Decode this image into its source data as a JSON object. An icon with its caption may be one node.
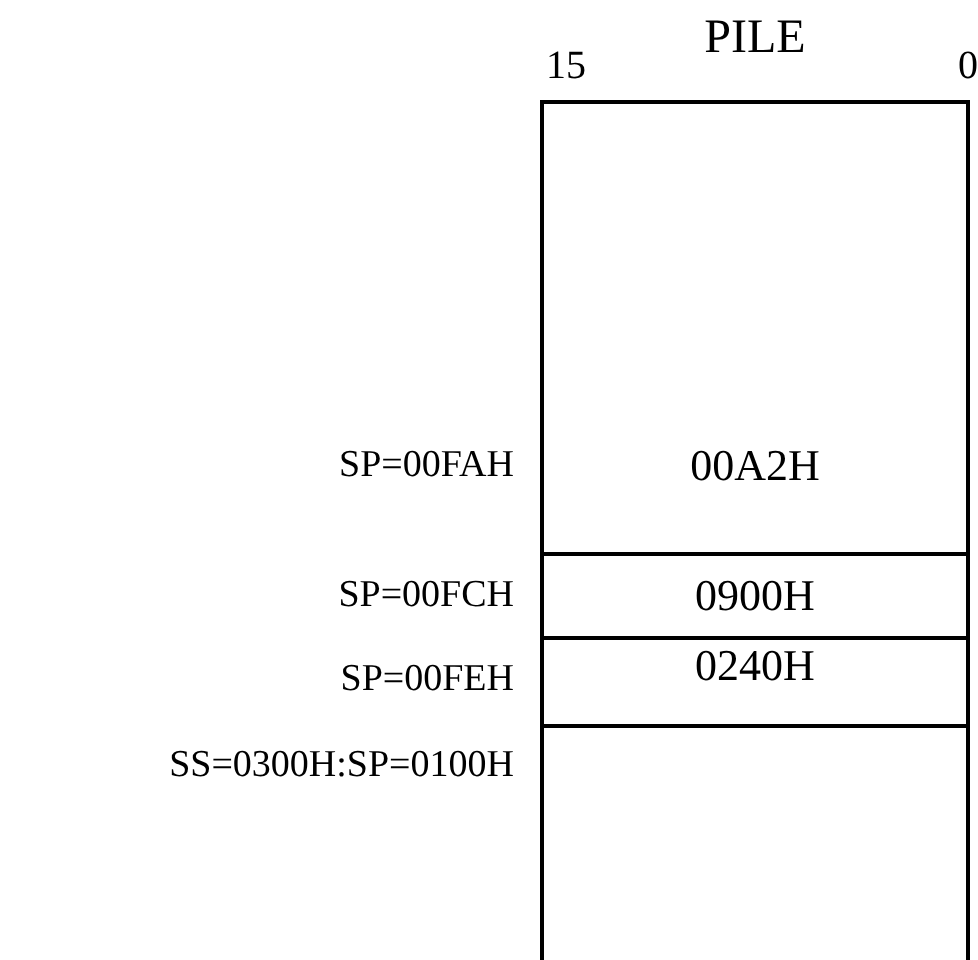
{
  "diagram": {
    "nodes": [
      {
        "text": [
          "PILE"
        ]
      },
      {
        "text": [
          "00A2H"
        ],
        "in": 0
      },
      {
        "text": [
          "0900H"
        ],
        "in": 0
      },
      {
        "text": [
          "0240H"
        ],
        "in": 0
      }
    ],
    "labels": [
      "15",
      "0",
      "SP=00FAH",
      "SP=00FCH",
      "SP=00FEH",
      "SS=0300H:SP=0100H"
    ]
  }
}
